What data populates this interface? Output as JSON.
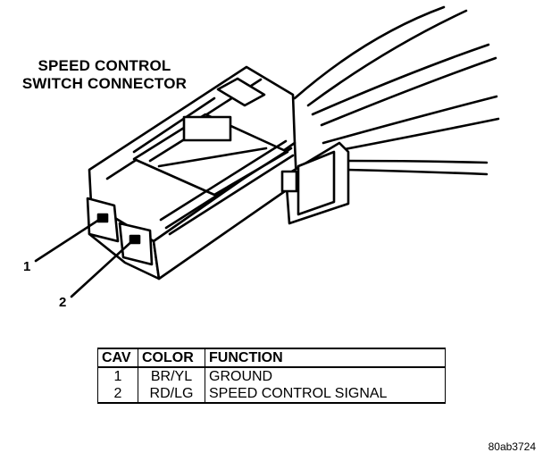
{
  "title": {
    "line1": "SPEED CONTROL",
    "line2": "SWITCH CONNECTOR"
  },
  "callouts": {
    "cav1": "1",
    "cav2": "2"
  },
  "table": {
    "headers": [
      "CAV",
      "COLOR",
      "FUNCTION"
    ],
    "rows": [
      [
        "1",
        "BR/YL",
        "GROUND"
      ],
      [
        "2",
        "RD/LG",
        "SPEED CONTROL SIGNAL"
      ]
    ]
  },
  "figure_code": "80ab3724"
}
